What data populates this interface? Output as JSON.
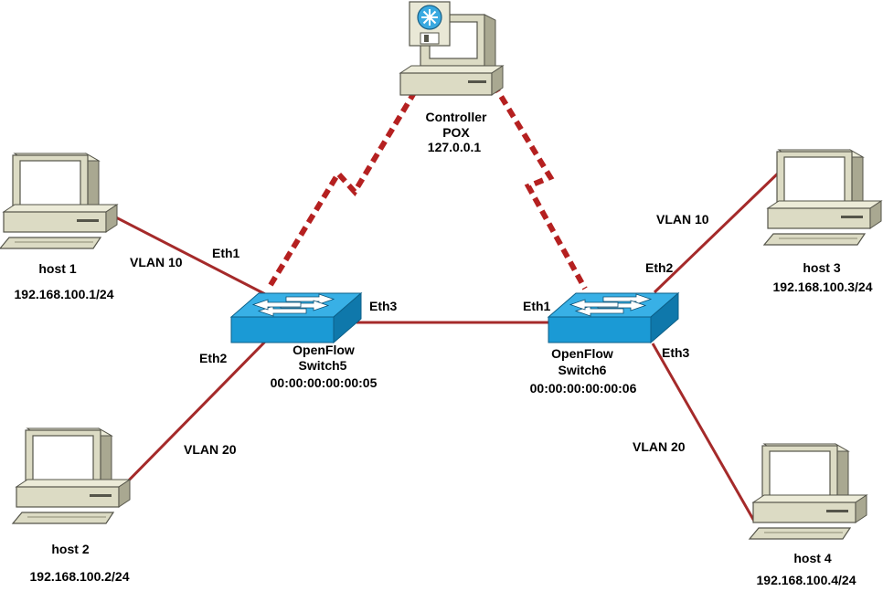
{
  "colors": {
    "link": "#a52a2a",
    "controller_link": "#b52020",
    "switch_top": "#3bb4e8",
    "switch_front": "#1a9ad6",
    "switch_side": "#0f79ad",
    "pc_body": "#d9d8c0",
    "pc_dark": "#6e6e5e"
  },
  "controller": {
    "name": "Controller",
    "software": "POX",
    "ip": "127.0.0.1",
    "icon": "server-icon"
  },
  "switches": {
    "s5": {
      "line1": "OpenFlow",
      "line2": "Switch5",
      "dpid": "00:00:00:00:00:05",
      "ports": {
        "eth1": "Eth1",
        "eth2": "Eth2",
        "eth3": "Eth3"
      }
    },
    "s6": {
      "line1": "OpenFlow",
      "line2": "Switch6",
      "dpid": "00:00:00:00:00:06",
      "ports": {
        "eth1": "Eth1",
        "eth2": "Eth2",
        "eth3": "Eth3"
      }
    }
  },
  "hosts": {
    "h1": {
      "name": "host 1",
      "ip": "192.168.100.1/24",
      "icon": "computer-icon"
    },
    "h2": {
      "name": "host 2",
      "ip": "192.168.100.2/24",
      "icon": "computer-icon"
    },
    "h3": {
      "name": "host 3",
      "ip": "192.168.100.3/24",
      "icon": "computer-icon"
    },
    "h4": {
      "name": "host 4",
      "ip": "192.168.100.4/24",
      "icon": "computer-icon"
    }
  },
  "vlans": {
    "h1_link": "VLAN 10",
    "h2_link": "VLAN 20",
    "h3_link": "VLAN 10",
    "h4_link": "VLAN 20"
  }
}
